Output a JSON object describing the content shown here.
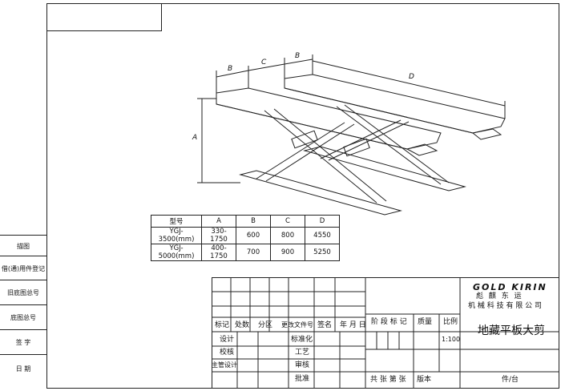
{
  "drawing": {
    "dim_labels": {
      "b": "B",
      "c": "C",
      "b2": "B",
      "d": "D",
      "a": "A"
    }
  },
  "spec_table": {
    "headers": [
      "型号",
      "A",
      "B",
      "C",
      "D"
    ],
    "rows": [
      [
        "YGJ-3500(mm)",
        "330-1750",
        "600",
        "800",
        "4550"
      ],
      [
        "YGJ-5000(mm)",
        "400-1750",
        "700",
        "900",
        "5250"
      ]
    ]
  },
  "side_column": {
    "items": [
      "描图",
      "借(通)用件登记",
      "旧底图总号",
      "底图总号",
      "签 字",
      "日 期"
    ]
  },
  "title_block": {
    "logo_text": "GOLD KIRIN",
    "company_line1": "彪 麒 东 运",
    "company_line2": "机 械 科 技 有 限 公 司",
    "drawing_title": "地藏平板大剪",
    "revision_headers": [
      "标记",
      "处数",
      "分区",
      "更改文件号",
      "签名",
      "年 月 日"
    ],
    "role_labels": [
      "设计",
      "校核",
      "主管设计"
    ],
    "role_labels_right": [
      "标准化",
      "工艺",
      "审核",
      "批准"
    ],
    "stage_label": "阶 段 标 记",
    "weight_label": "质量",
    "scale_label": "比例",
    "scale_value": "1:100",
    "sheet_info_left": "共  张  第  张",
    "version_label": "版本",
    "sheet_info_right": "件/台"
  }
}
